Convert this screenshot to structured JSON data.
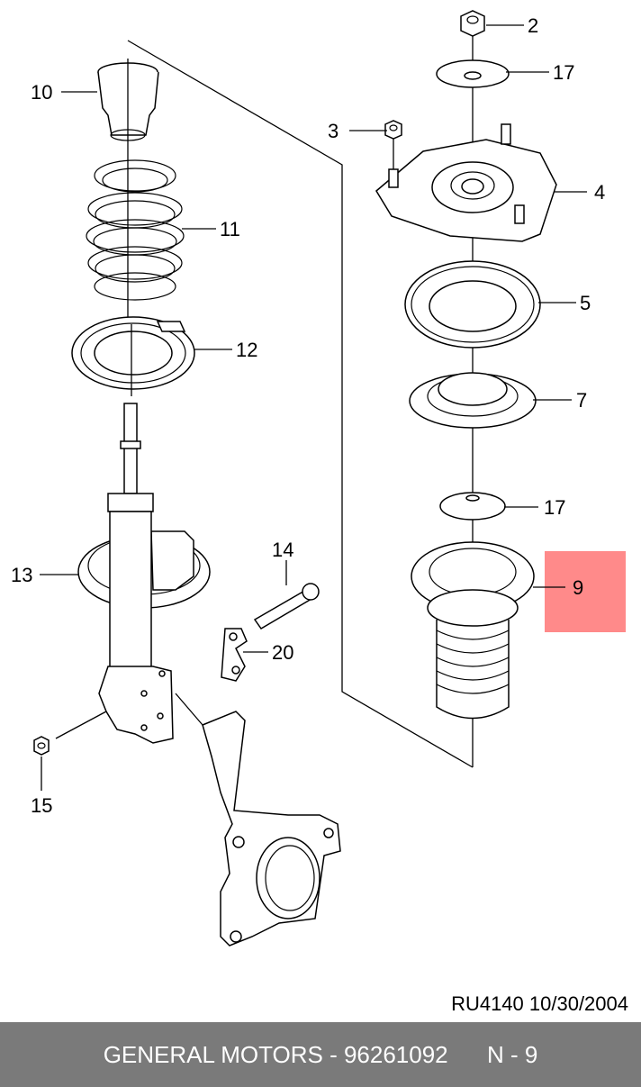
{
  "diagram": {
    "callouts": [
      {
        "id": "2",
        "text": "2"
      },
      {
        "id": "17a",
        "text": "17"
      },
      {
        "id": "10",
        "text": "10"
      },
      {
        "id": "3",
        "text": "3"
      },
      {
        "id": "4",
        "text": "4"
      },
      {
        "id": "11",
        "text": "11"
      },
      {
        "id": "5",
        "text": "5"
      },
      {
        "id": "12",
        "text": "12"
      },
      {
        "id": "7",
        "text": "7"
      },
      {
        "id": "17b",
        "text": "17"
      },
      {
        "id": "14",
        "text": "14"
      },
      {
        "id": "13",
        "text": "13"
      },
      {
        "id": "9",
        "text": "9"
      },
      {
        "id": "20",
        "text": "20"
      },
      {
        "id": "15",
        "text": "15"
      }
    ],
    "highlight_color": "#ff8a8a",
    "drawing_ref": "RU4140  10/30/2004"
  },
  "footer": {
    "background": "#7a7a7a",
    "text": "GENERAL MOTORS - 96261092      N - 9"
  }
}
